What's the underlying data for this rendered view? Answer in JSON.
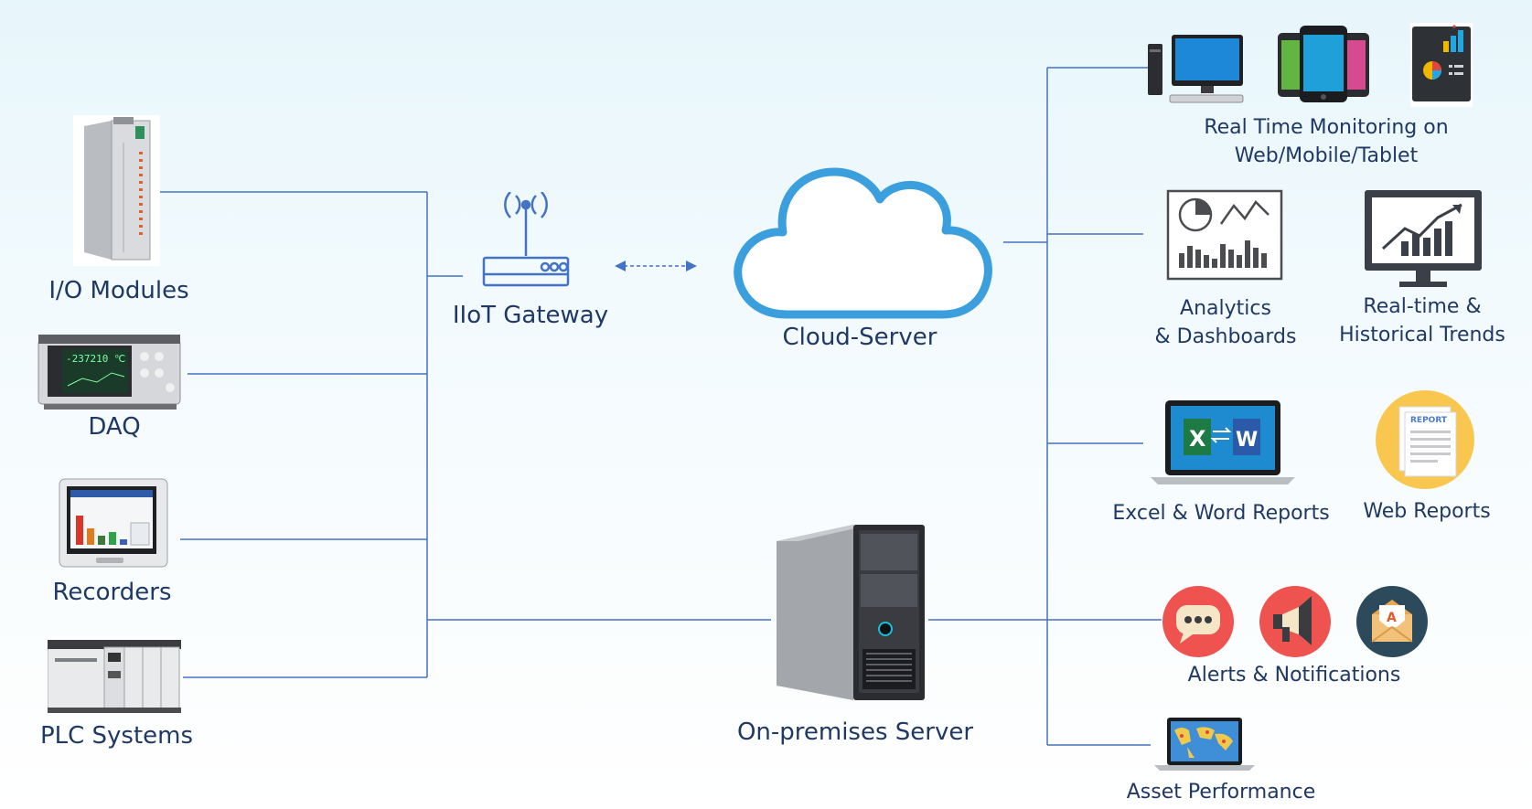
{
  "colors": {
    "line": "#4472c4",
    "label": "#1f3864",
    "cloud": "#3b9fde",
    "gateway": "#4472c4"
  },
  "sources": {
    "io_modules": "I/O Modules",
    "daq": "DAQ",
    "daq_display": "-237210 ℃",
    "recorders": "Recorders",
    "plc": "PLC Systems"
  },
  "center": {
    "gateway": "IIoT Gateway",
    "cloud": "Cloud-Server",
    "server": "On-premises Server"
  },
  "outputs": {
    "realtime": "Real Time Monitoring on\nWeb/Mobile/Tablet",
    "analytics": "Analytics\n& Dashboards",
    "trends": "Real-time &\nHistorical Trends",
    "excel_word": "Excel & Word Reports",
    "web_reports": "Web Reports",
    "report_badge": "REPORT",
    "alerts": "Alerts & Notifications",
    "asset": "Asset Performance"
  },
  "icons": {
    "io": "io-module-icon",
    "daq": "daq-device-icon",
    "recorder": "recorder-icon",
    "plc": "plc-icon",
    "gateway": "router-icon",
    "cloud": "cloud-icon",
    "server": "server-tower-icon",
    "desktop": "desktop-icon",
    "phones": "smartphones-icon",
    "tablet": "tablet-icon",
    "analytics": "analytics-icon",
    "trends": "trend-monitor-icon",
    "laptop": "laptop-office-icon",
    "report": "report-icon",
    "chat": "chat-bubble-icon",
    "megaphone": "megaphone-icon",
    "mail": "email-alert-icon",
    "asset": "asset-map-laptop-icon"
  }
}
